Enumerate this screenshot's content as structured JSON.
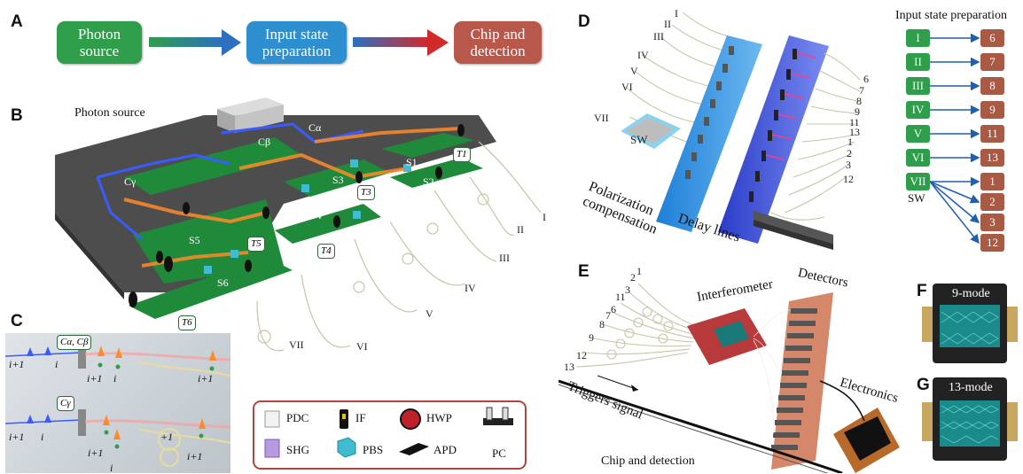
{
  "panels": {
    "a": "A",
    "b": "B",
    "c": "C",
    "d": "D",
    "e": "E",
    "f": "F",
    "g": "G"
  },
  "flow": {
    "box1": "Photon\nsource",
    "box2": "Input state\npreparation",
    "box3": "Chip and\ndetection",
    "colors": {
      "green": "#2e9e4a",
      "blue": "#2e8fd0",
      "red": "#b8584a"
    }
  },
  "photon_source": {
    "title": "Photon source",
    "stages": [
      "S1",
      "S2",
      "S3",
      "S4",
      "S5",
      "S6"
    ],
    "tags": [
      "T1",
      "T3",
      "T4",
      "T5",
      "T6"
    ],
    "crystals": [
      "Cα",
      "Cβ",
      "Cγ"
    ],
    "fibres": [
      "I",
      "II",
      "III",
      "IV",
      "V",
      "VI",
      "VII"
    ]
  },
  "panel_c": {
    "tag1": "Cα, Cβ",
    "tag2": "Cγ",
    "pulse_labels": [
      "i+1",
      "i",
      "i+1",
      "i",
      "i+1",
      "i+1",
      "i",
      "i+1",
      "i",
      "+1",
      "i+1"
    ]
  },
  "legend": {
    "items": [
      {
        "label": "PDC",
        "icon": "pdc-crystal-icon"
      },
      {
        "label": "IF",
        "icon": "interference-filter-icon"
      },
      {
        "label": "HWP",
        "icon": "half-wave-plate-icon"
      },
      {
        "label": "PC",
        "icon": "polarization-controller-icon"
      },
      {
        "label": "SHG",
        "icon": "shg-crystal-icon"
      },
      {
        "label": "PBS",
        "icon": "polarizing-beam-splitter-icon"
      },
      {
        "label": "APD",
        "icon": "avalanche-photodiode-icon"
      }
    ]
  },
  "panel_d": {
    "inputs": [
      "I",
      "II",
      "III",
      "IV",
      "V",
      "VI",
      "VII"
    ],
    "outputs": [
      "6",
      "7",
      "8",
      "9",
      "11",
      "13",
      "1",
      "2",
      "3",
      "12"
    ],
    "switch_label": "SW",
    "polarization_label": "Polarization\ncompensation",
    "delay_label": "Delay lines"
  },
  "isp": {
    "title": "Input state preparation",
    "sources": [
      "I",
      "II",
      "III",
      "IV",
      "V",
      "VI",
      "VII"
    ],
    "targets": [
      "6",
      "7",
      "8",
      "9",
      "11",
      "13",
      "1",
      "2",
      "3",
      "12"
    ],
    "switch_label": "SW"
  },
  "panel_e": {
    "mode_labels": [
      "1",
      "2",
      "3",
      "11",
      "6",
      "7",
      "8",
      "9",
      "12",
      "13"
    ],
    "interferometer": "Interferometer",
    "detectors": "Detectors",
    "electronics": "Electronics",
    "triggers": "Triggers signal",
    "title": "Chip and detection"
  },
  "chips": {
    "f_label": "9-mode",
    "g_label": "13-mode"
  }
}
